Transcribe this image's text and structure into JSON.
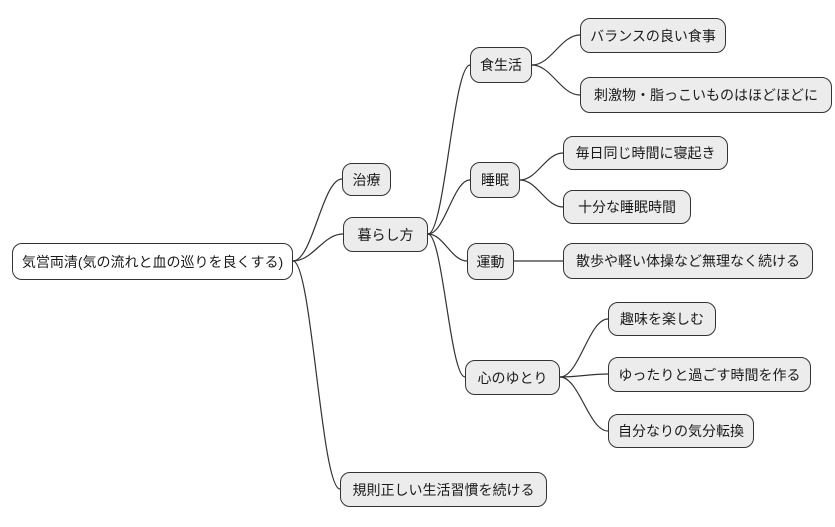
{
  "mindmap": {
    "root": {
      "label": "気営両清(気の流れと血の巡りを良くする)",
      "children": [
        {
          "label": "治療",
          "children": []
        },
        {
          "label": "暮らし方",
          "children": [
            {
              "label": "食生活",
              "children": [
                {
                  "label": "バランスの良い食事"
                },
                {
                  "label": "刺激物・脂っこいものはほどほどに"
                }
              ]
            },
            {
              "label": "睡眠",
              "children": [
                {
                  "label": "毎日同じ時間に寝起き"
                },
                {
                  "label": "十分な睡眠時間"
                }
              ]
            },
            {
              "label": "運動",
              "children": [
                {
                  "label": "散歩や軽い体操など無理なく続ける"
                }
              ]
            },
            {
              "label": "心のゆとり",
              "children": [
                {
                  "label": "趣味を楽しむ"
                },
                {
                  "label": "ゆったりと過ごす時間を作る"
                },
                {
                  "label": "自分なりの気分転換"
                }
              ]
            }
          ]
        },
        {
          "label": "規則正しい生活習慣を続ける",
          "children": []
        }
      ]
    },
    "colors": {
      "background": "#ffffff",
      "node_fill": "#ececec",
      "root_fill": "#ffffff",
      "node_border": "#333333",
      "edge_line": "#333333",
      "text": "#1a1a1a"
    }
  }
}
